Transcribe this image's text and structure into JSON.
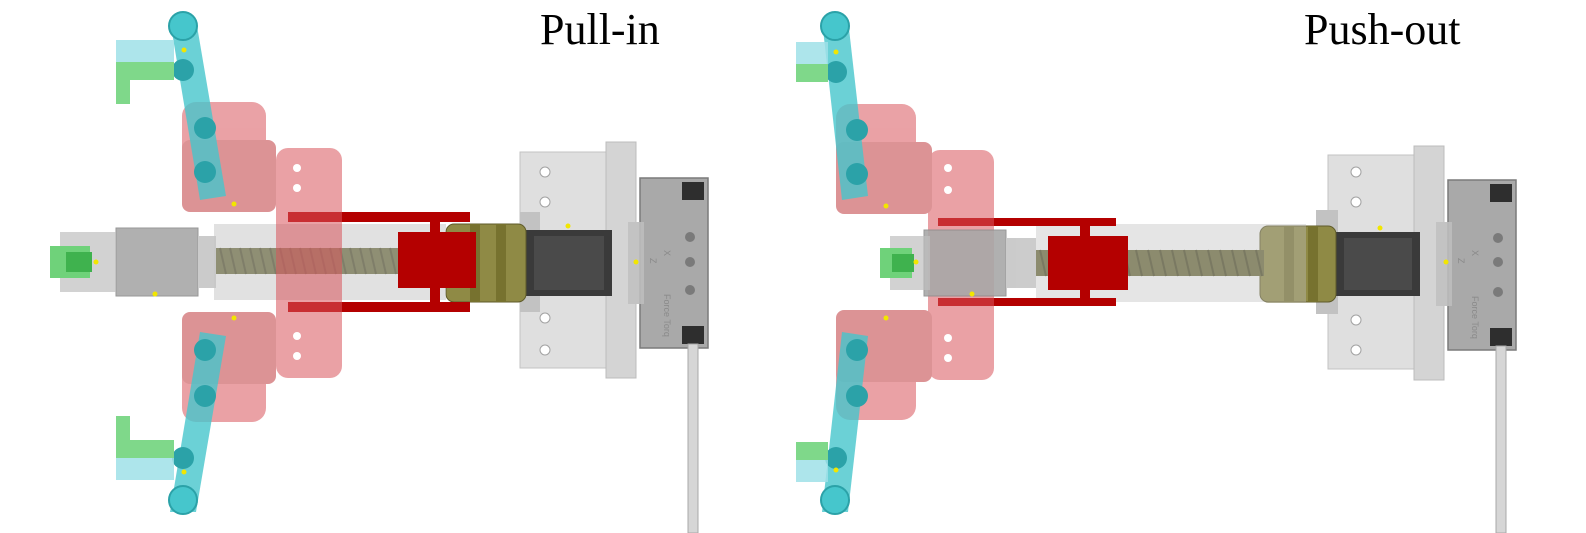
{
  "panels": [
    {
      "id": "pull-in",
      "title": "Pull-in",
      "state": "retracted"
    },
    {
      "id": "push-out",
      "title": "Push-out",
      "state": "extended"
    }
  ],
  "sensor_text": {
    "main": "Force Torq",
    "axis_x": "X",
    "axis_z": "Z"
  },
  "colors": {
    "jaw_link": "#46c6cc",
    "fingertip": "#7fd88a",
    "red_housing": "#d9555c",
    "yoke": "#b40000",
    "lead_screw": "#6b6a3a",
    "nut": "#8f8a45",
    "motor": "#3a3a3a",
    "frame_gray": "#c8c8c8",
    "marker": "#f2e600"
  }
}
